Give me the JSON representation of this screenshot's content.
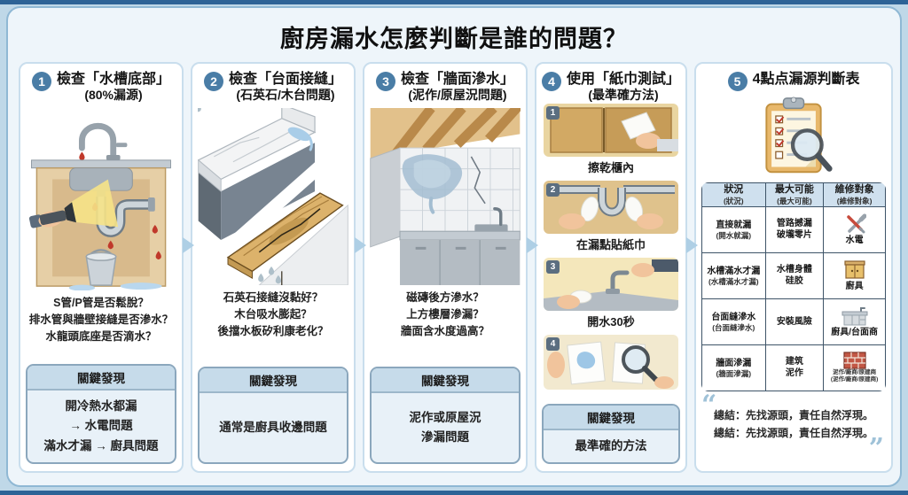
{
  "title": "廚房漏水怎麼判斷是誰的問題？",
  "colors": {
    "accent_blue": "#4a7da6",
    "panel_border": "#c9deed",
    "arrow_blue": "#aecfe5",
    "key_header_bg": "#c6dbea",
    "key_body_bg": "#e8f1f8",
    "table_border": "#3e5468",
    "table_header_bg": "#cfe0ee",
    "quote_mark": "#9fc2d8",
    "drop_red": "#c0392b"
  },
  "panels": [
    {
      "num": "1",
      "title": "檢查「水槽底部」",
      "subtitle": "(80%漏源)",
      "illustration": "under-sink-flashlight-bucket",
      "questions": [
        "S管/P管是否鬆脫？",
        "排水管與牆壁接縫是否滲水？",
        "水龍頭底座是否滴水？"
      ],
      "key_title": "關鍵發現",
      "key_lines": [
        "開冷熱水都漏",
        "→ 水電問題",
        "滿水才漏 → 廚具問題"
      ]
    },
    {
      "num": "2",
      "title": "檢查「台面接縫」",
      "subtitle": "(石英石/木台問題)",
      "illustration": "quartz-vs-wood-countertop",
      "questions": [
        "石英石接縫沒黏好？",
        "木台吸水膨起？",
        "後擋水板矽利康老化？"
      ],
      "key_title": "關鍵發現",
      "key_lines": [
        "通常是廚具收邊問題"
      ]
    },
    {
      "num": "3",
      "title": "檢查「牆面滲水」",
      "subtitle": "(泥作/原屋況問題)",
      "illustration": "wall-seepage-kitchen",
      "questions": [
        "磁磚後方滲水？",
        "上方樓層滲漏？",
        "牆面含水度過高？"
      ],
      "key_title": "關鍵發現",
      "key_lines": [
        "泥作或原屋況",
        "滲漏問題"
      ]
    },
    {
      "num": "4",
      "title": "使用「紙巾測試」",
      "subtitle": "(最準確方法)",
      "steps": [
        {
          "num": "1",
          "label": "擦乾櫃內"
        },
        {
          "num": "2",
          "label": "在漏點貼紙巾"
        },
        {
          "num": "3",
          "label": "開水30秒"
        },
        {
          "num": "4",
          "label": ""
        }
      ],
      "key_title": "關鍵發現",
      "key_lines": [
        "最準確的方法"
      ]
    },
    {
      "num": "5",
      "title": "4點点漏源判斷表",
      "illustration": "clipboard-checklist-magnifier",
      "table": {
        "headers": [
          {
            "main": "狀況",
            "sub": "(狀況)"
          },
          {
            "main": "最大可能",
            "sub": "(最大可能)"
          },
          {
            "main": "維修對象",
            "sub": "(維修對象)"
          }
        ],
        "rows": [
          {
            "situation": "直接就漏",
            "situation_sub": "(開水就漏)",
            "cause1": "管路撼漏",
            "cause2": "破壠零片",
            "target": "水電",
            "icon": "tools-icon"
          },
          {
            "situation": "水槽滿水才漏",
            "situation_sub": "(水槽滿水才漏)",
            "cause1": "水槽身體",
            "cause2": "硅胶",
            "target": "廚具",
            "icon": "cabinet-icon"
          },
          {
            "situation": "台面縫滲水",
            "situation_sub": "(台面縫滲水)",
            "cause1": "安裝風險",
            "cause2": "",
            "target": "廚具/台面商",
            "icon": "counter-icon"
          },
          {
            "situation": "牆面滲漏",
            "situation_sub": "(牆面滲漏)",
            "cause1": "建筑",
            "cause2": "泥作",
            "target_small1": "泥作/廠商/原建商",
            "target_small2": "(泥作/廠商/原建商)",
            "icon": "brick-wall-icon"
          }
        ]
      },
      "quote_open": "“",
      "quote_close": "”",
      "quote_lines": [
        "總結：先找源頭，責任自然浮現。",
        "總結：先找源頭，責任自然浮現。"
      ]
    }
  ]
}
